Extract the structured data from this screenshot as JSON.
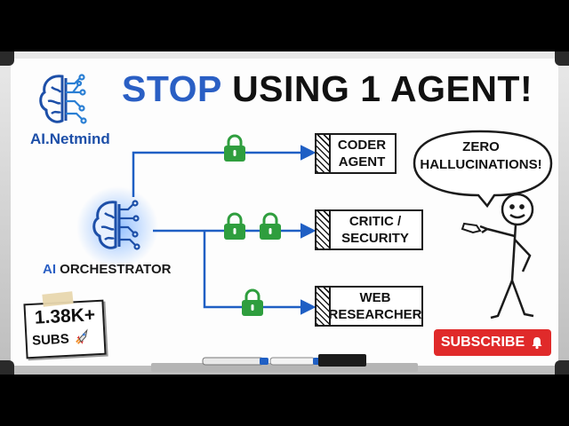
{
  "title": {
    "part1": "STOP",
    "part2": "USING 1 AGENT!"
  },
  "brand": {
    "name": "AI.Netmind"
  },
  "orchestrator": {
    "ai": "AI",
    "rest": "ORCHESTRATOR"
  },
  "agents": [
    {
      "line1": "CODER",
      "line2": "AGENT"
    },
    {
      "line1": "CRITIC /",
      "line2": "SECURITY"
    },
    {
      "line1": "WEB",
      "line2": "RESEARCHER"
    }
  ],
  "bubble": {
    "line1": "ZERO",
    "line2": "HALLUCINATIONS!"
  },
  "subs": {
    "count": "1.38K+",
    "label": "SUBS"
  },
  "subscribe": {
    "label": "SUBSCRIBE"
  },
  "colors": {
    "title_blue": "#2a5fc4",
    "arrow_blue": "#1f5fc4",
    "lock_green": "#2f9e3e",
    "subscribe_red": "#e02a2a"
  }
}
